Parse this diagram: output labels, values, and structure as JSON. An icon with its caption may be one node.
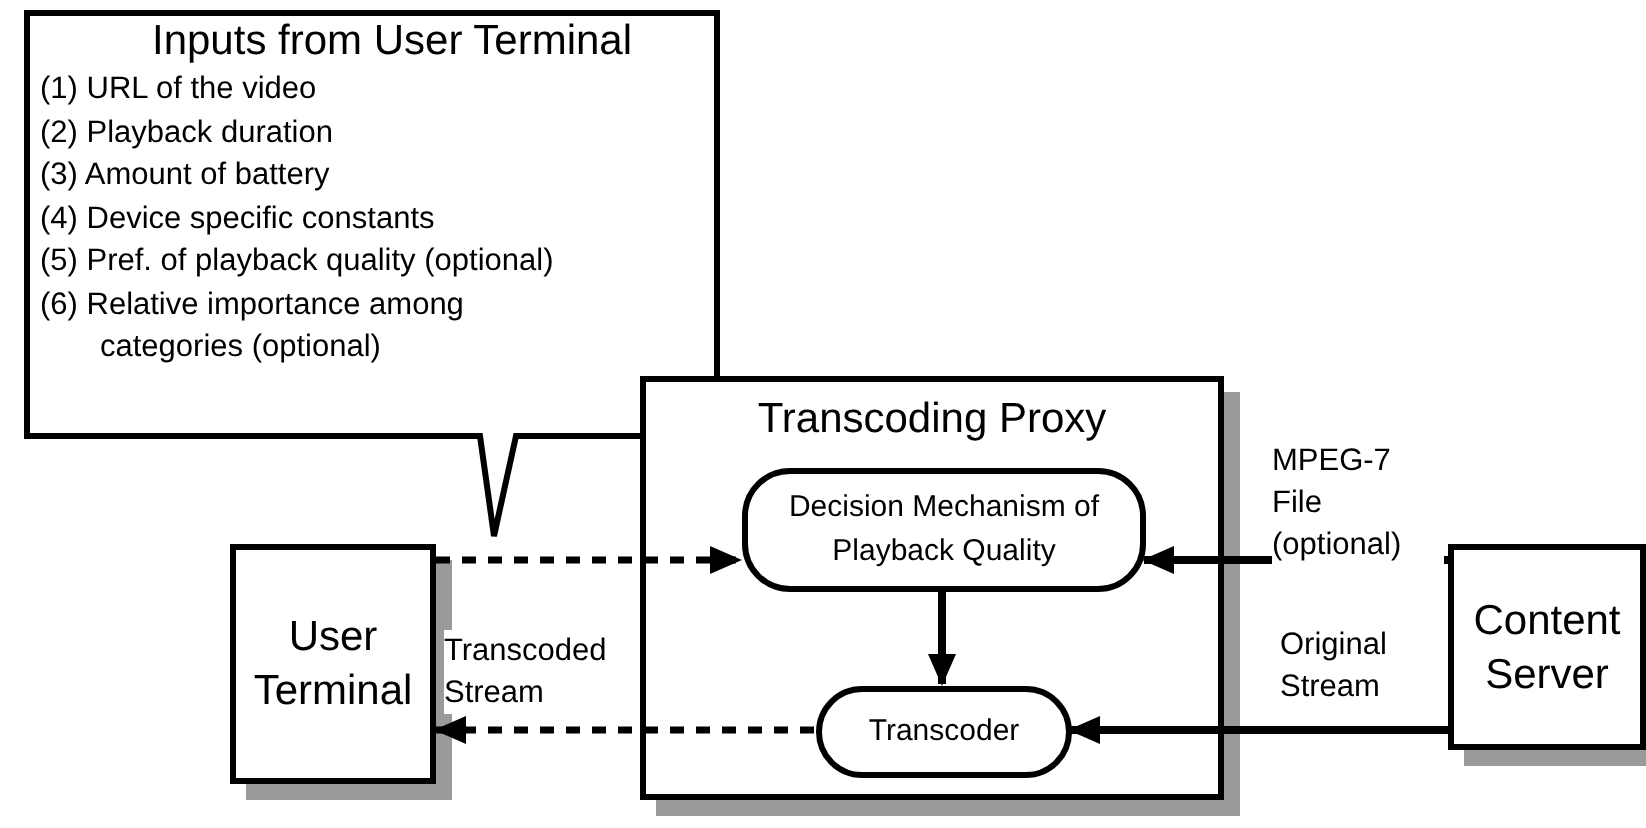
{
  "diagram": {
    "nodes": [
      {
        "text": [
          "Inputs from User Terminal",
          "(1) URL of the video",
          "(2) Playback duration",
          "(3) Amount of battery",
          "(4) Device specific constants",
          "(5) Pref. of playback quality (optional)",
          "(6) Relative importance among categories (optional)"
        ]
      },
      {
        "text": [
          "User Terminal"
        ]
      },
      {
        "text": [
          "Transcoding Proxy"
        ]
      },
      {
        "text": [
          "Decision Mechanism of Playback Quality"
        ],
        "in": 2
      },
      {
        "text": [
          "Transcoder"
        ],
        "in": 2
      },
      {
        "text": [
          "Content Server"
        ]
      }
    ],
    "edges": [
      {
        "from": 1,
        "to": 3,
        "arrow": "to",
        "style": "dashed"
      },
      {
        "from": 5,
        "to": 3,
        "arrow": "to",
        "label": "MPEG-7 File (optional)"
      },
      {
        "from": 3,
        "to": 4,
        "arrow": "to"
      },
      {
        "from": 5,
        "to": 4,
        "arrow": "to",
        "label": "Original Stream"
      },
      {
        "from": 4,
        "to": 1,
        "arrow": "to",
        "style": "dashed",
        "label": "Transcoded Stream"
      }
    ]
  }
}
